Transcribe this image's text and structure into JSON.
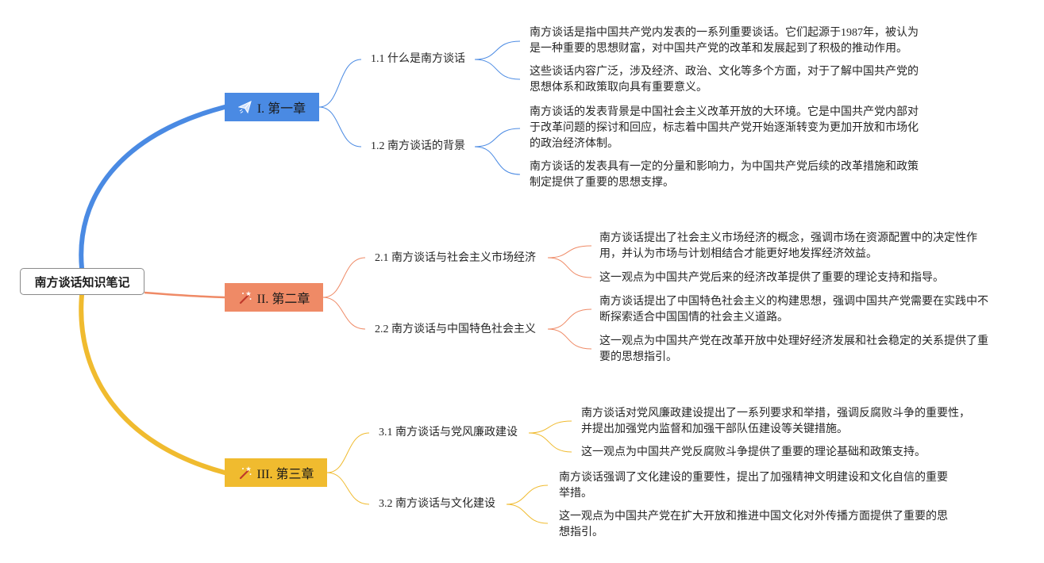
{
  "root": {
    "label": "南方谈话知识笔记"
  },
  "colors": {
    "chapter1": "#4a8ae3",
    "chapter2": "#ef8a66",
    "chapter3": "#f0bb2f"
  },
  "chapters": [
    {
      "label": "I. 第一章",
      "icon": "paper-plane-icon",
      "sections": [
        {
          "label": "1.1 什么是南方谈话",
          "details": [
            "南方谈话是指中国共产党内发表的一系列重要谈话。它们起源于1987年，被认为是一种重要的思想财富，对中国共产党的改革和发展起到了积极的推动作用。",
            "这些谈话内容广泛，涉及经济、政治、文化等多个方面，对于了解中国共产党的思想体系和政策取向具有重要意义。"
          ]
        },
        {
          "label": "1.2 南方谈话的背景",
          "details": [
            "南方谈话的发表背景是中国社会主义改革开放的大环境。它是中国共产党内部对于改革问题的探讨和回应，标志着中国共产党开始逐渐转变为更加开放和市场化的政治经济体制。",
            "南方谈话的发表具有一定的分量和影响力，为中国共产党后续的改革措施和政策制定提供了重要的思想支撑。"
          ]
        }
      ]
    },
    {
      "label": "II. 第二章",
      "icon": "magic-wand-icon",
      "sections": [
        {
          "label": "2.1 南方谈话与社会主义市场经济",
          "details": [
            "南方谈话提出了社会主义市场经济的概念，强调市场在资源配置中的决定性作用，并认为市场与计划相结合才能更好地发挥经济效益。",
            "这一观点为中国共产党后来的经济改革提供了重要的理论支持和指导。"
          ]
        },
        {
          "label": "2.2 南方谈话与中国特色社会主义",
          "details": [
            "南方谈话提出了中国特色社会主义的构建思想，强调中国共产党需要在实践中不断探索适合中国国情的社会主义道路。",
            "这一观点为中国共产党在改革开放中处理好经济发展和社会稳定的关系提供了重要的思想指引。"
          ]
        }
      ]
    },
    {
      "label": "III. 第三章",
      "icon": "magic-wand-icon",
      "sections": [
        {
          "label": "3.1 南方谈话与党风廉政建设",
          "details": [
            "南方谈话对党风廉政建设提出了一系列要求和举措，强调反腐败斗争的重要性，并提出加强党内监督和加强干部队伍建设等关键措施。",
            "这一观点为中国共产党反腐败斗争提供了重要的理论基础和政策支持。"
          ]
        },
        {
          "label": "3.2 南方谈话与文化建设",
          "details": [
            "南方谈话强调了文化建设的重要性，提出了加强精神文明建设和文化自信的重要举措。",
            "这一观点为中国共产党在扩大开放和推进中国文化对外传播方面提供了重要的思想指引。"
          ]
        }
      ]
    }
  ]
}
